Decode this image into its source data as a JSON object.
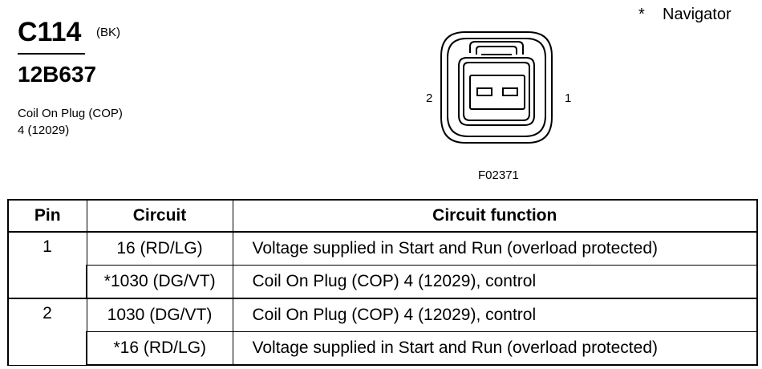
{
  "connector": {
    "id": "C114",
    "color_code": "(BK)",
    "part_number": "12B637",
    "description_line_1": "Coil On Plug (COP)",
    "description_line_2": "4 (12029)"
  },
  "legend": {
    "marker": "*",
    "text": "Navigator"
  },
  "diagram": {
    "pin_left": "2",
    "pin_right": "1",
    "figure_id": "F02371"
  },
  "table": {
    "headers": {
      "pin": "Pin",
      "circuit": "Circuit",
      "function": "Circuit function"
    },
    "rows": [
      {
        "pin": "1",
        "circuit": "16 (RD/LG)",
        "function": "Voltage supplied in Start and Run (overload protected)"
      },
      {
        "pin": "",
        "circuit": "*1030 (DG/VT)",
        "function": "Coil On Plug (COP) 4 (12029), control"
      },
      {
        "pin": "2",
        "circuit": "1030 (DG/VT)",
        "function": "Coil On Plug (COP) 4 (12029), control"
      },
      {
        "pin": "",
        "circuit": "*16 (RD/LG)",
        "function": "Voltage supplied in Start and Run (overload protected)"
      }
    ]
  }
}
